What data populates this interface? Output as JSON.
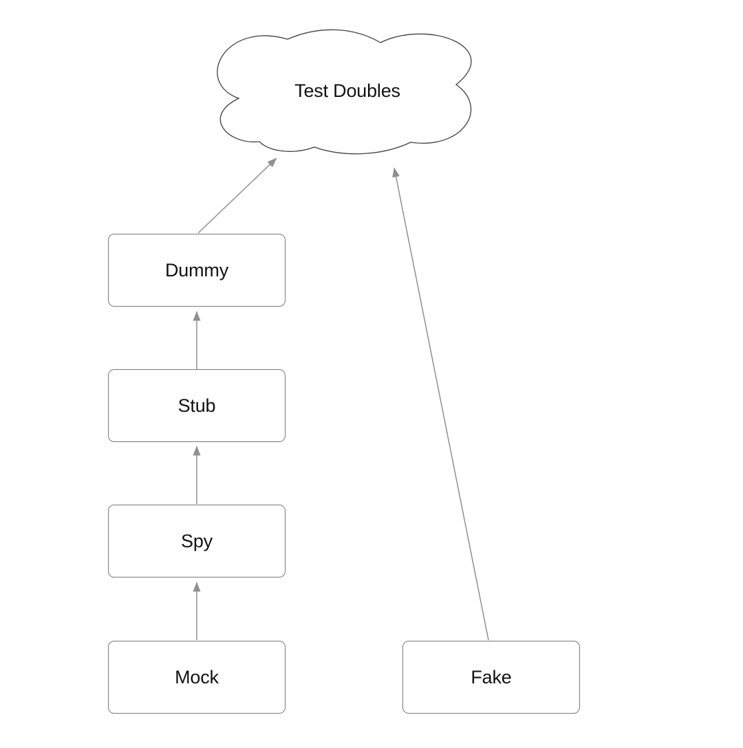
{
  "diagram": {
    "cloud": {
      "label": "Test Doubles"
    },
    "nodes": [
      {
        "id": "dummy",
        "label": "Dummy"
      },
      {
        "id": "stub",
        "label": "Stub"
      },
      {
        "id": "spy",
        "label": "Spy"
      },
      {
        "id": "mock",
        "label": "Mock"
      },
      {
        "id": "fake",
        "label": "Fake"
      }
    ],
    "edges": [
      {
        "from": "Mock",
        "to": "Spy"
      },
      {
        "from": "Spy",
        "to": "Stub"
      },
      {
        "from": "Stub",
        "to": "Dummy"
      },
      {
        "from": "Dummy",
        "to": "Test Doubles"
      },
      {
        "from": "Fake",
        "to": "Test Doubles"
      }
    ],
    "colors": {
      "node_border": "#7a7a7a",
      "cloud_stroke": "#3f3f3f",
      "arrow": "#8f8f8f",
      "label_text": "#121212",
      "background": "#ffffff"
    }
  }
}
